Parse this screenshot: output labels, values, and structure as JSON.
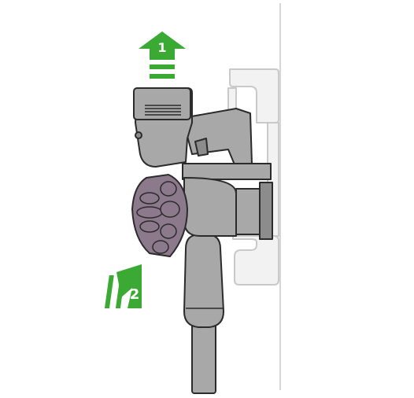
{
  "diagram": {
    "steps": [
      {
        "number": "1",
        "direction": "up"
      },
      {
        "number": "2",
        "direction": "up-left"
      }
    ],
    "colors": {
      "accent_green": "#3aaa35",
      "body_grey": "#a8a8a8",
      "body_grey_dark": "#8c8c8c",
      "outline": "#2b2b2b",
      "cyclone_purple": "#8c7a8c",
      "bracket_fill": "#f2f2f2",
      "bracket_line": "#c9c9c9"
    },
    "icons": [
      "lift-arrow-icon",
      "tilt-arrow-icon",
      "wall-dock-bracket",
      "handheld-vacuum",
      "extension-wand"
    ]
  }
}
